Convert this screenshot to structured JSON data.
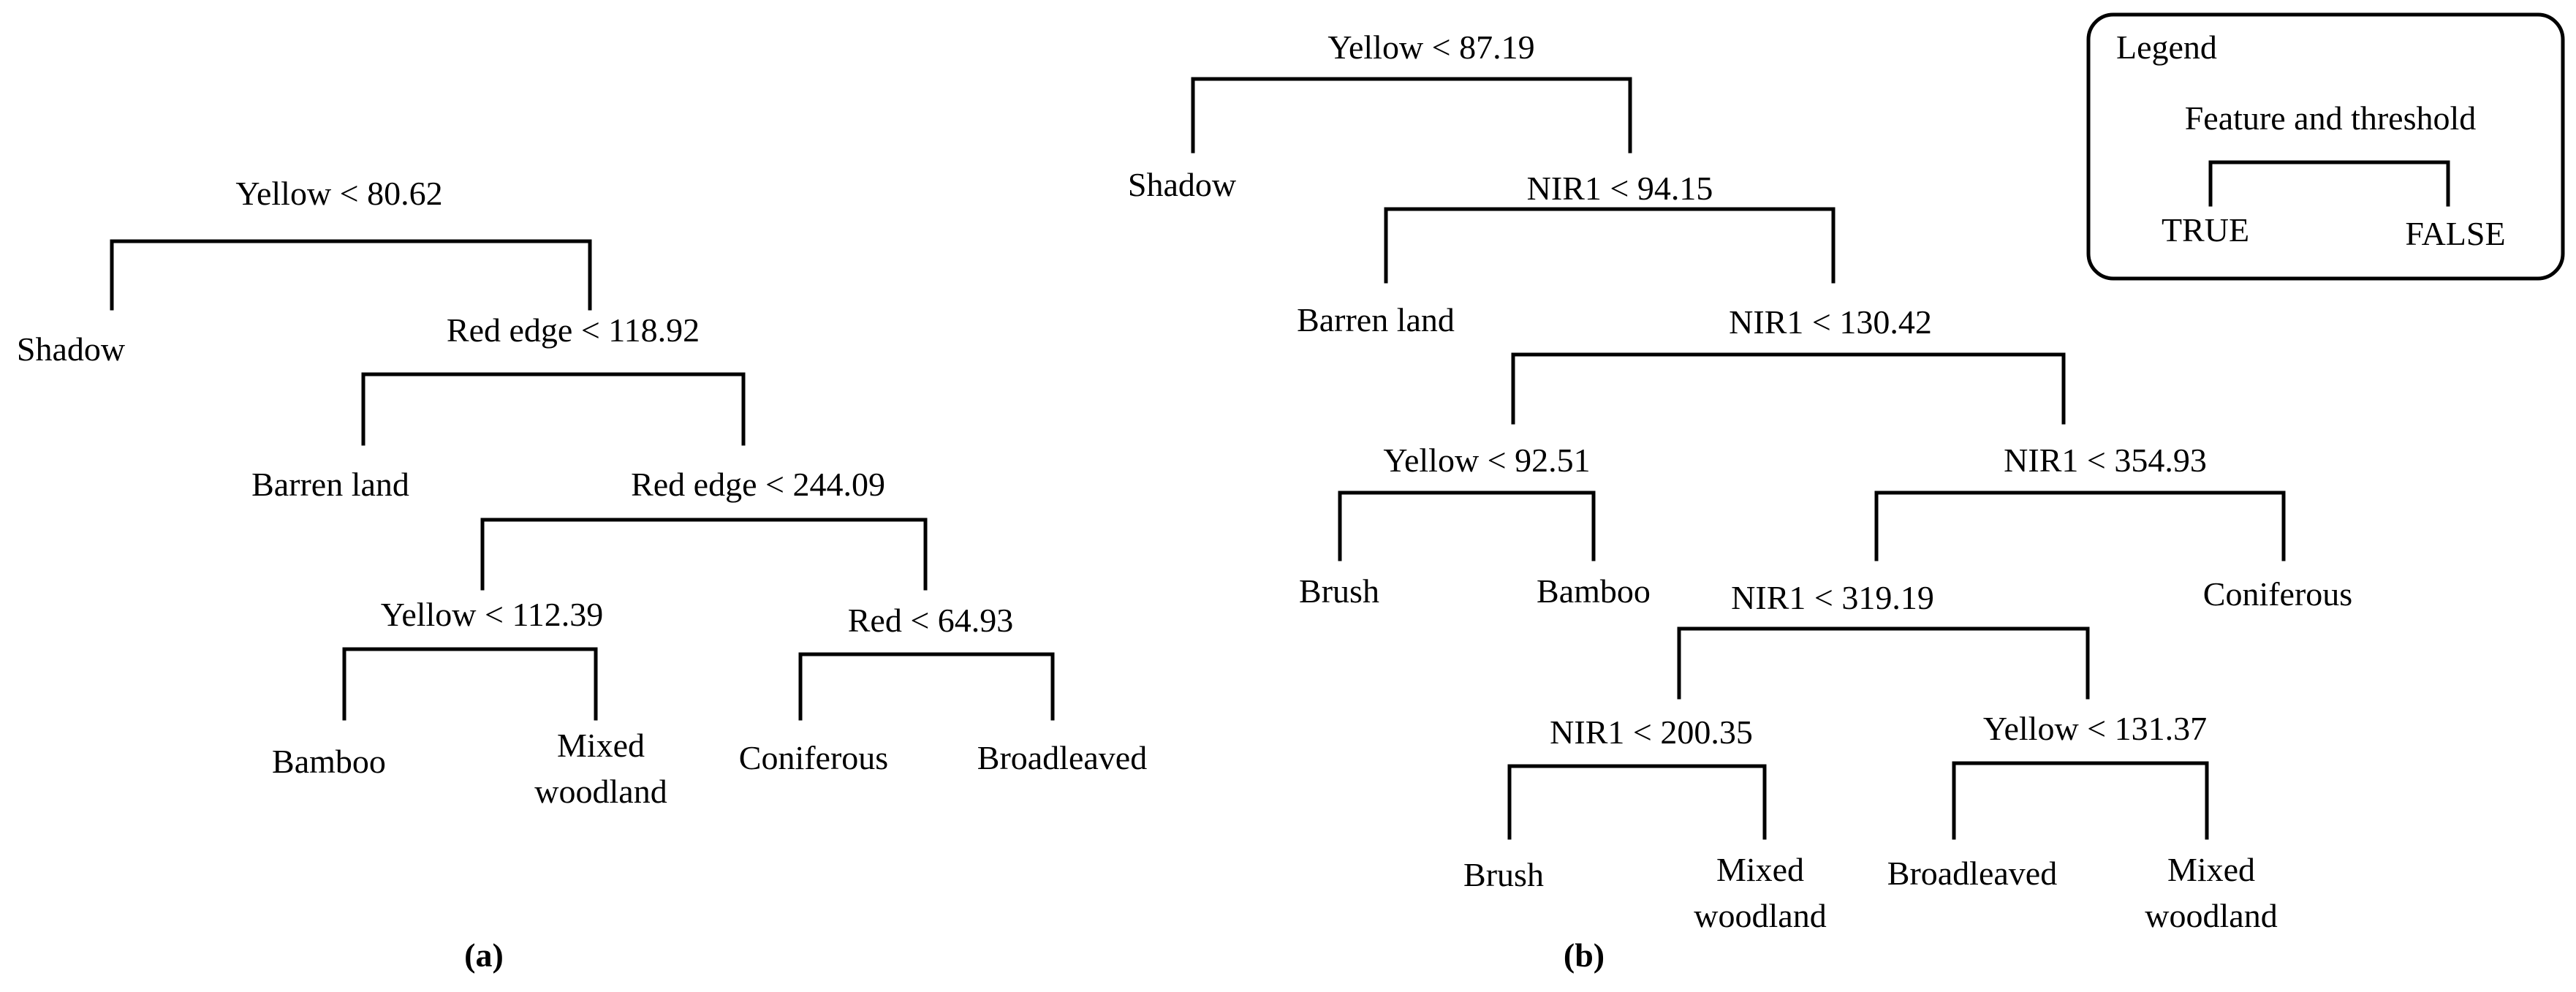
{
  "tree_a": {
    "caption": "(a)",
    "splits": {
      "root": "Yellow < 80.62",
      "n1": "Red edge < 118.92",
      "n2": "Red edge < 244.09",
      "n3": "Yellow < 112.39",
      "n4": "Red < 64.93"
    },
    "leaves": {
      "l_shadow": "Shadow",
      "l_barren": "Barren land",
      "l_bamboo": "Bamboo",
      "l_mixed_1": "Mixed",
      "l_mixed_2": "woodland",
      "l_coniferous": "Coniferous",
      "l_broadleaved": "Broadleaved"
    }
  },
  "tree_b": {
    "caption": "(b)",
    "splits": {
      "root": "Yellow < 87.19",
      "n1": "NIR1 < 94.15",
      "n2": "NIR1 < 130.42",
      "n3": "Yellow < 92.51",
      "n4": "NIR1 < 354.93",
      "n5": "NIR1 < 319.19",
      "n6": "NIR1 < 200.35",
      "n7": "Yellow < 131.37"
    },
    "leaves": {
      "l_shadow": "Shadow",
      "l_barren": "Barren land",
      "l_brush_1": "Brush",
      "l_bamboo": "Bamboo",
      "l_coniferous": "Coniferous",
      "l_brush_2": "Brush",
      "l_mixed_a1": "Mixed",
      "l_mixed_a2": "woodland",
      "l_broadleaved": "Broadleaved",
      "l_mixed_b1": "Mixed",
      "l_mixed_b2": "woodland"
    }
  },
  "legend": {
    "title": "Legend",
    "feature_label": "Feature and threshold",
    "true_label": "TRUE",
    "false_label": "FALSE"
  }
}
